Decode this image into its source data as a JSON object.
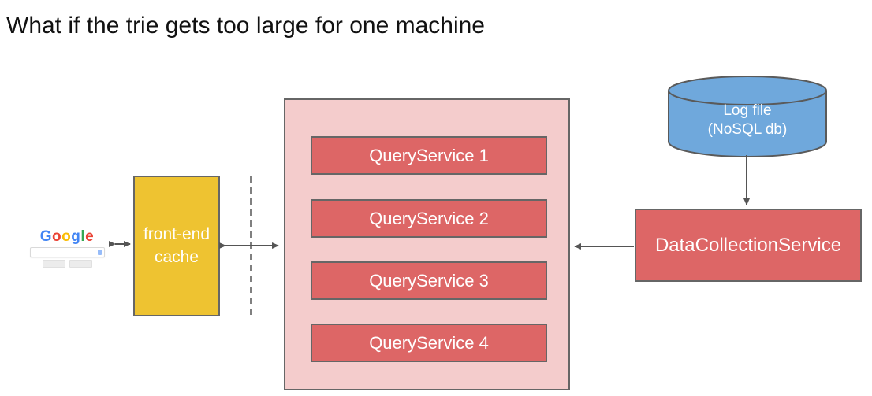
{
  "title": "What if the trie gets too large for one machine",
  "colors": {
    "service_red": "#DD6666",
    "cluster_pink": "#F4CCCC",
    "cache_yellow": "#EEC331",
    "db_blue": "#6FA8DC",
    "border_gray": "#666666",
    "arrow_gray": "#555555",
    "google_blue": "#4285F4",
    "google_red": "#EA4335",
    "google_yellow": "#FBBC05",
    "google_green": "#34A853"
  },
  "google": {
    "letters": [
      {
        "ch": "G"
      },
      {
        "ch": "o"
      },
      {
        "ch": "o"
      },
      {
        "ch": "g"
      },
      {
        "ch": "l"
      },
      {
        "ch": "e"
      }
    ]
  },
  "cache": {
    "line1": "front-end",
    "line2": "cache"
  },
  "query_services": [
    {
      "label": "QueryService 1"
    },
    {
      "label": "QueryService 2"
    },
    {
      "label": "QueryService 3"
    },
    {
      "label": "QueryService 4"
    }
  ],
  "log_db": {
    "line1": "Log file",
    "line2": "(NoSQL db)"
  },
  "data_collection": {
    "label": "DataCollectionService"
  }
}
